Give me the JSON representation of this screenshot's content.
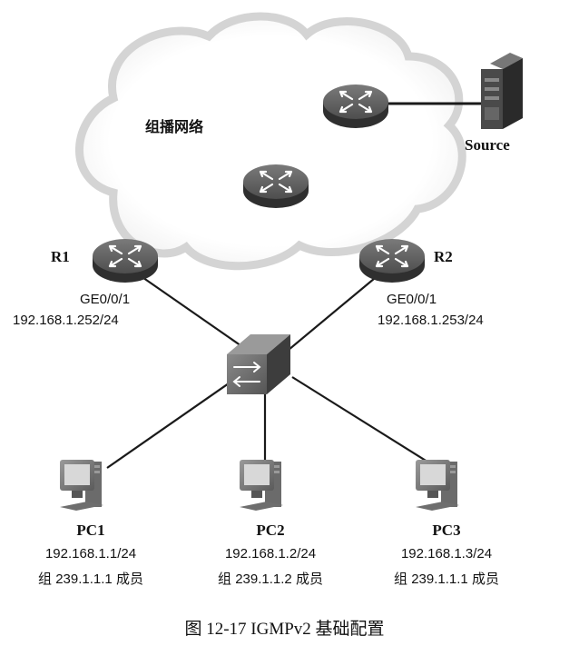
{
  "cloud": {
    "label": "组播网络"
  },
  "source": {
    "label": "Source"
  },
  "r1": {
    "name": "R1",
    "port": "GE0/0/1",
    "ip": "192.168.1.252/24"
  },
  "r2": {
    "name": "R2",
    "port": "GE0/0/1",
    "ip": "192.168.1.253/24"
  },
  "pcs": [
    {
      "name": "PC1",
      "ip": "192.168.1.1/24",
      "group": "组 239.1.1.1 成员"
    },
    {
      "name": "PC2",
      "ip": "192.168.1.2/24",
      "group": "组 239.1.1.2 成员"
    },
    {
      "name": "PC3",
      "ip": "192.168.1.3/24",
      "group": "组 239.1.1.1 成员"
    }
  ],
  "caption": "图 12-17    IGMPv2 基础配置",
  "colors": {
    "cloud_edge": "#d4d4d4",
    "router_top": "#666666",
    "router_side": "#2f2f2f",
    "link": "#1a1a1a"
  }
}
